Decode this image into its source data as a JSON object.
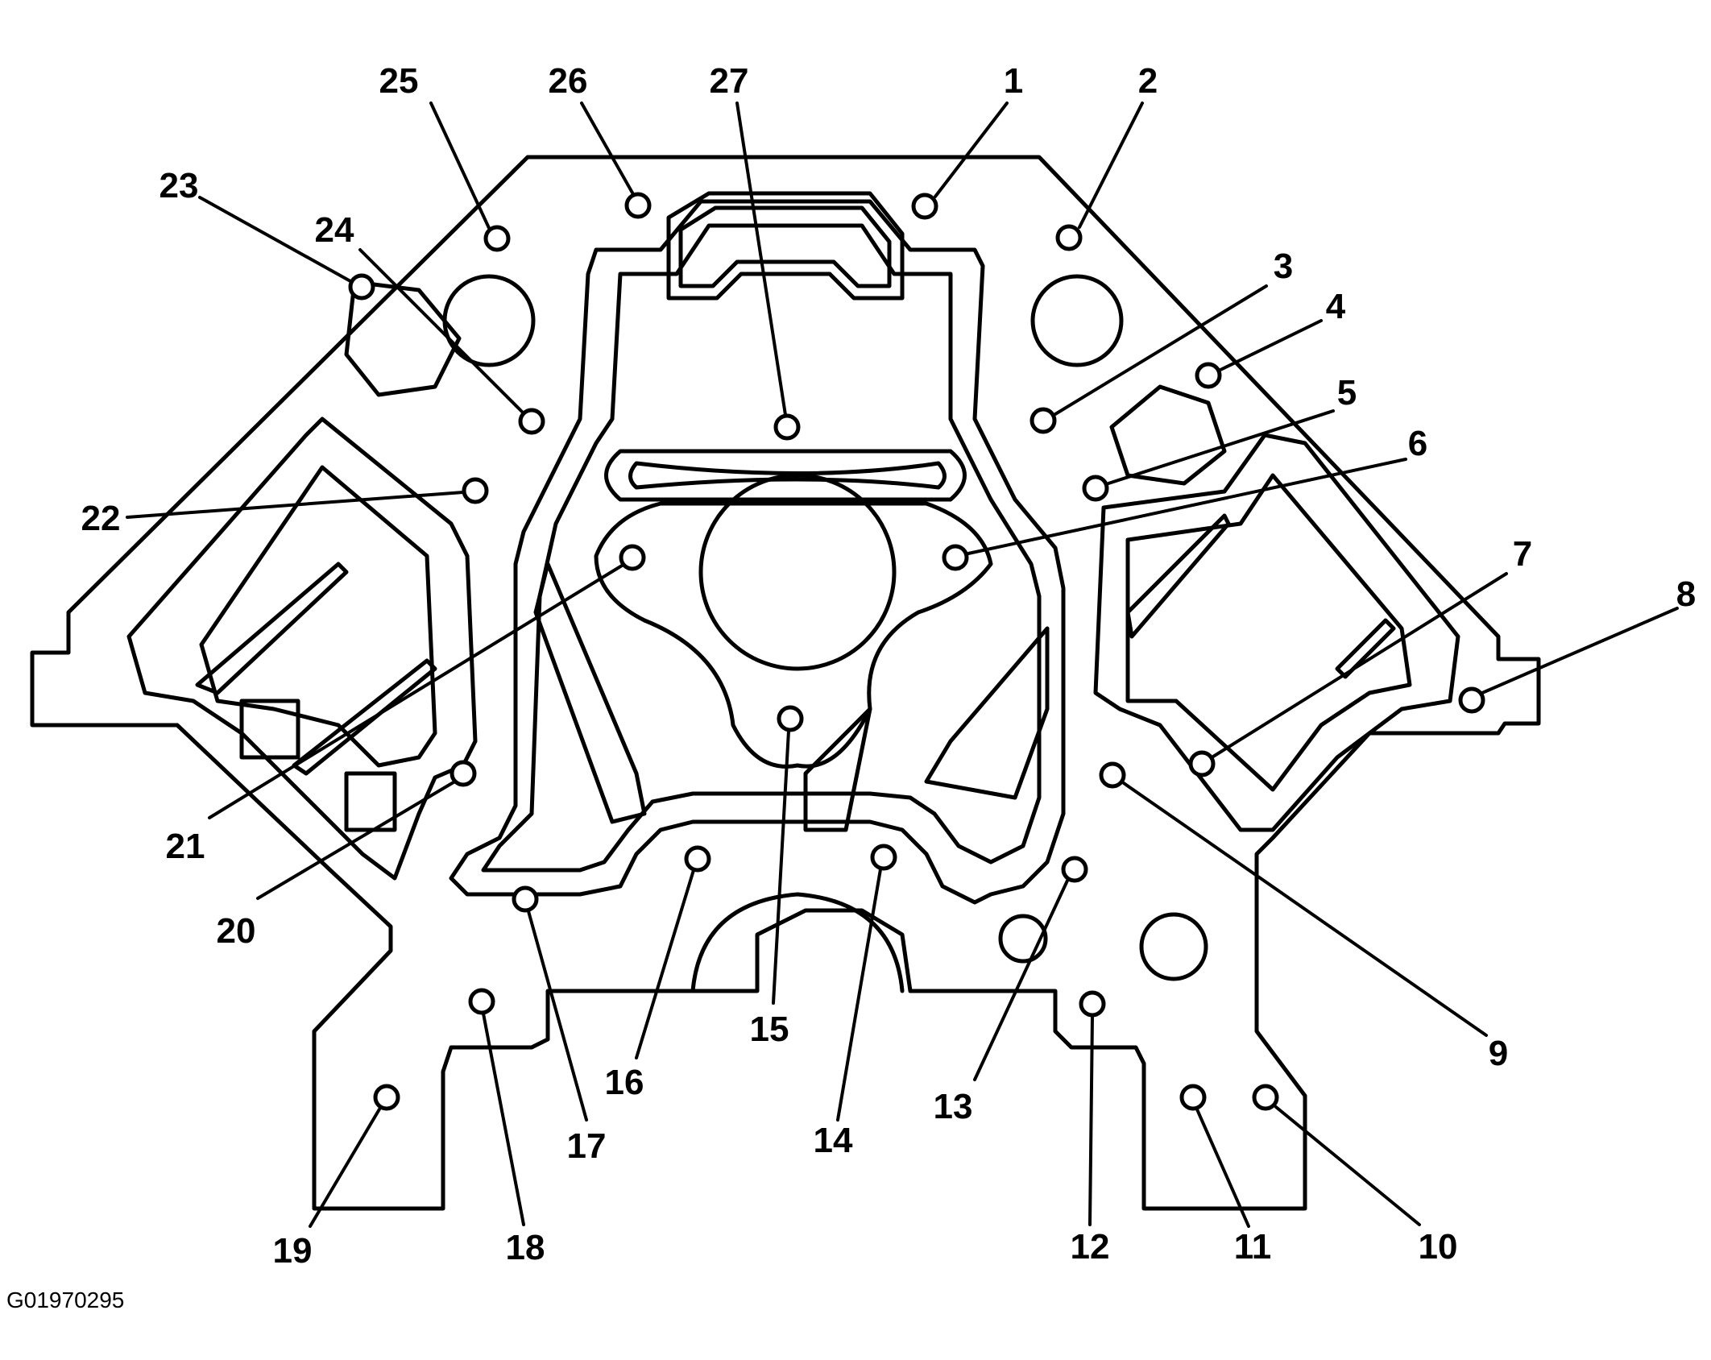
{
  "figure_id": "G01970295",
  "callouts": [
    {
      "number": "1"
    },
    {
      "number": "2"
    },
    {
      "number": "3"
    },
    {
      "number": "4"
    },
    {
      "number": "5"
    },
    {
      "number": "6"
    },
    {
      "number": "7"
    },
    {
      "number": "8"
    },
    {
      "number": "9"
    },
    {
      "number": "10"
    },
    {
      "number": "11"
    },
    {
      "number": "12"
    },
    {
      "number": "13"
    },
    {
      "number": "14"
    },
    {
      "number": "15"
    },
    {
      "number": "16"
    },
    {
      "number": "17"
    },
    {
      "number": "18"
    },
    {
      "number": "19"
    },
    {
      "number": "20"
    },
    {
      "number": "21"
    },
    {
      "number": "22"
    },
    {
      "number": "23"
    },
    {
      "number": "24"
    },
    {
      "number": "25"
    },
    {
      "number": "26"
    },
    {
      "number": "27"
    }
  ]
}
